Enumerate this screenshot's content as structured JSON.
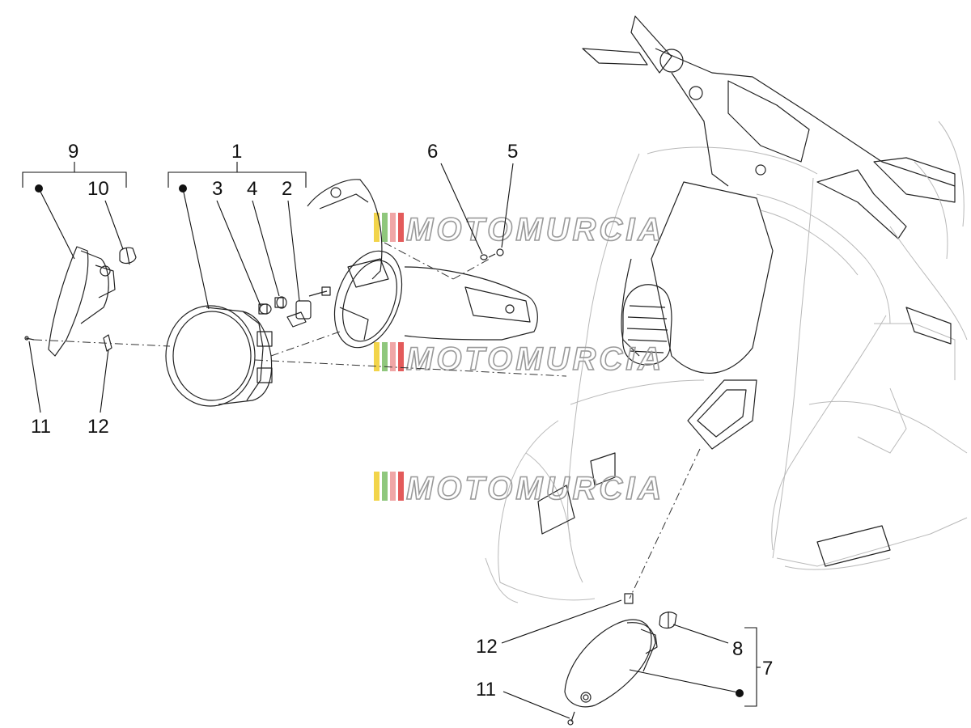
{
  "diagram": {
    "watermark": "MOTOMURCIA",
    "callouts": {
      "c1": "1",
      "c2": "2",
      "c3": "3",
      "c4": "4",
      "c5": "5",
      "c6": "6",
      "c7": "7",
      "c8": "8",
      "c9": "9",
      "c10": "10",
      "c11a": "11",
      "c11b": "11",
      "c12a": "12",
      "c12b": "12"
    },
    "colors": {
      "ink": "#111111",
      "watermark_stroke": "#9a9a9a",
      "watermark_bar_yellow": "#f2d44a",
      "watermark_bar_green": "#8fc77d",
      "watermark_bar_pink": "#f0a6a6",
      "watermark_bar_red": "#e35b5b"
    }
  }
}
